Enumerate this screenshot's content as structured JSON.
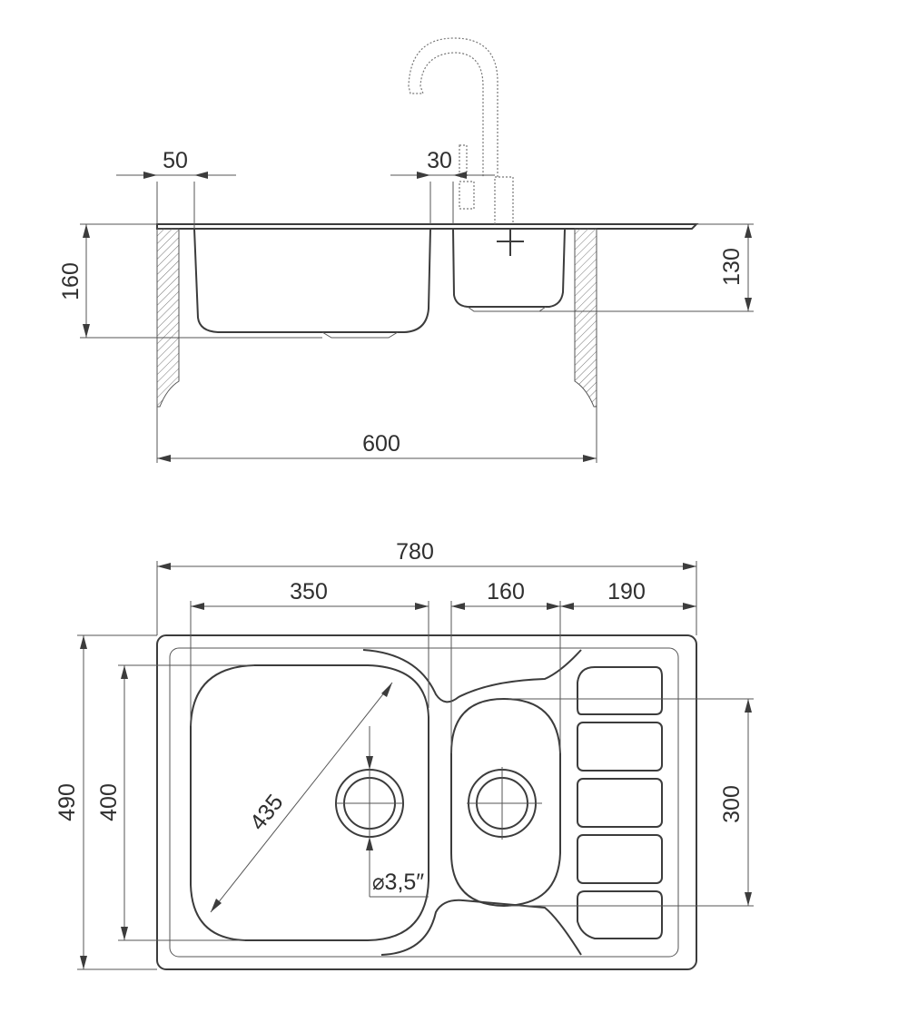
{
  "side_view": {
    "dim_left_rim": "50",
    "dim_right_rim": "30",
    "dim_main_depth": "160",
    "dim_small_depth": "130",
    "dim_cabinet_width": "600"
  },
  "top_view": {
    "dim_total_width": "780",
    "dim_main_bowl_width": "350",
    "dim_small_bowl_width": "160",
    "dim_drainer_width": "190",
    "dim_total_depth": "490",
    "dim_main_bowl_depth": "400",
    "dim_small_bowl_depth": "300",
    "dim_diagonal": "435",
    "dim_drain": "⌀3,5″"
  },
  "colors": {
    "line": "#3c3c3c",
    "text": "#2f2f2f",
    "background": "#ffffff"
  }
}
